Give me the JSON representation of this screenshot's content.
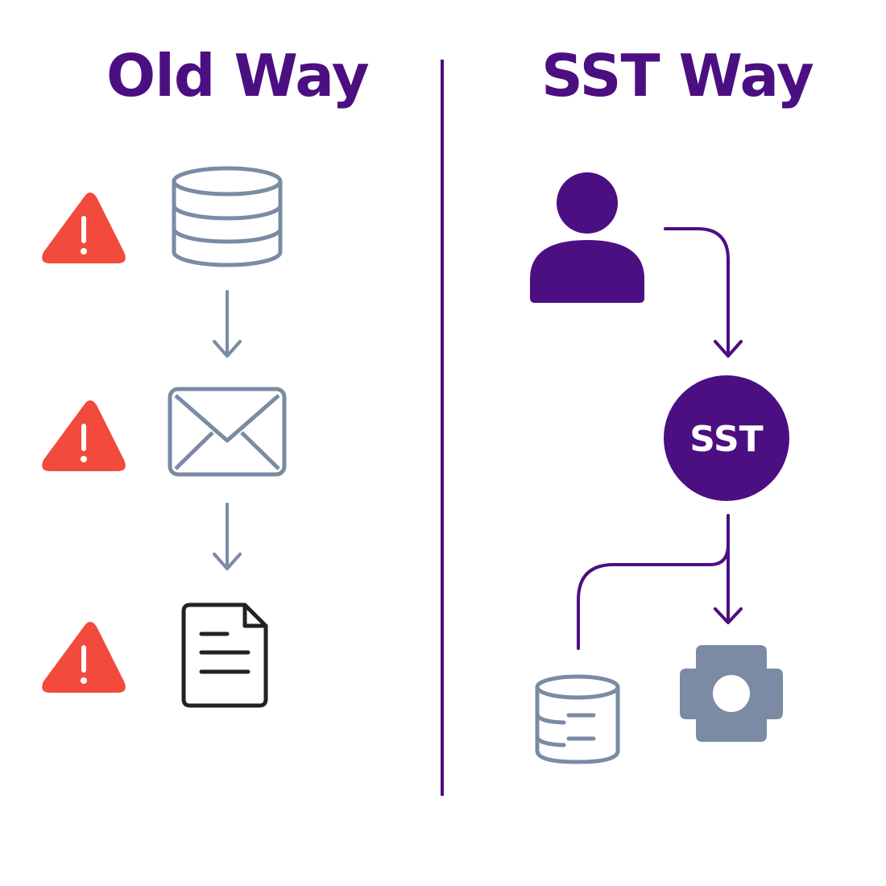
{
  "colors": {
    "brand_purple": "#4b0f82",
    "slate_icon": "#7a8ba3",
    "warning_red": "#f24a3d",
    "document_dark": "#222222"
  },
  "left_panel": {
    "title": "Old Way",
    "steps": [
      {
        "icon": "database-icon",
        "warning": "warning-icon"
      },
      {
        "icon": "envelope-icon",
        "warning": "warning-icon"
      },
      {
        "icon": "document-icon",
        "warning": "warning-icon"
      }
    ],
    "warning_glyph": "!"
  },
  "right_panel": {
    "title": "SST Way",
    "source_icon": "user-icon",
    "hub_label": "SST",
    "destinations": [
      {
        "icon": "database-icon"
      },
      {
        "icon": "gear-icon"
      }
    ]
  }
}
